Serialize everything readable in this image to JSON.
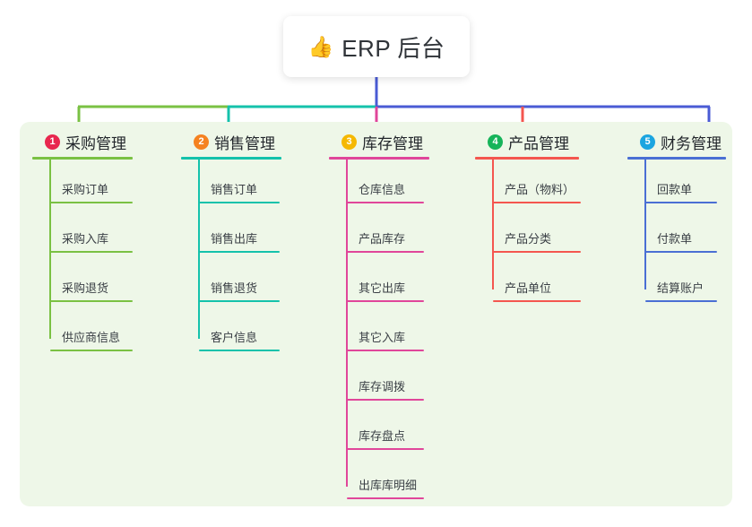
{
  "diagram": {
    "type": "mind-map",
    "root": {
      "icon": "thumbs-up-emoji",
      "emoji": "👍",
      "title": "ERP 后台"
    },
    "panel_color": "#eef7e8",
    "branches": [
      {
        "index": "1",
        "label": "采购管理",
        "badge_color": "#e8274e",
        "line_color": "#7ac143",
        "children": [
          {
            "label": "采购订单"
          },
          {
            "label": "采购入库"
          },
          {
            "label": "采购退货"
          },
          {
            "label": "供应商信息"
          }
        ]
      },
      {
        "index": "2",
        "label": "销售管理",
        "badge_color": "#f58220",
        "line_color": "#14c2ab",
        "children": [
          {
            "label": "销售订单"
          },
          {
            "label": "销售出库"
          },
          {
            "label": "销售退货"
          },
          {
            "label": "客户信息"
          }
        ]
      },
      {
        "index": "3",
        "label": "库存管理",
        "badge_color": "#f5b800",
        "line_color": "#e0469a",
        "children": [
          {
            "label": "仓库信息"
          },
          {
            "label": "产品库存"
          },
          {
            "label": "其它出库"
          },
          {
            "label": "其它入库"
          },
          {
            "label": "库存调拨"
          },
          {
            "label": "库存盘点"
          },
          {
            "label": "出库库明细"
          }
        ]
      },
      {
        "index": "4",
        "label": "产品管理",
        "badge_color": "#16b45a",
        "line_color": "#f4564f",
        "children": [
          {
            "label": "产品（物料）"
          },
          {
            "label": "产品分类"
          },
          {
            "label": "产品单位"
          }
        ]
      },
      {
        "index": "5",
        "label": "财务管理",
        "badge_color": "#1ba5e0",
        "line_color": "#4a6fd4",
        "children": [
          {
            "label": "回款单"
          },
          {
            "label": "付款单"
          },
          {
            "label": "结算账户"
          }
        ]
      }
    ],
    "connector": {
      "trunk_color": "#4a5bd4",
      "segments": [
        {
          "color": "#7ac143"
        },
        {
          "color": "#14c2ab"
        },
        {
          "color": "#4a5bd4"
        }
      ]
    }
  }
}
